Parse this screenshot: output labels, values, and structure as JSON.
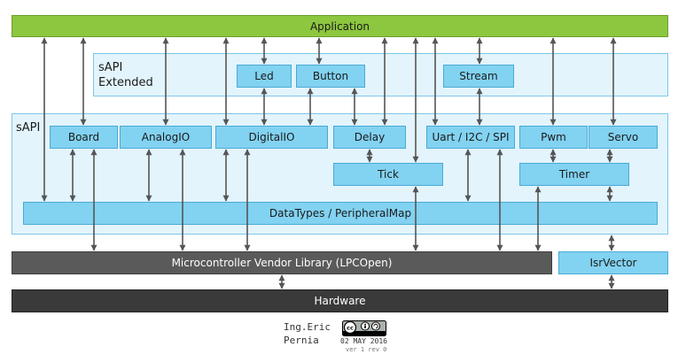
{
  "application": "Application",
  "sapi_extended": {
    "line1": "sAPI",
    "line2": "Extended"
  },
  "sapi": "sAPI",
  "modules": {
    "led": "Led",
    "button": "Button",
    "stream": "Stream",
    "board": "Board",
    "analogio": "AnalogIO",
    "digitalio": "DigitalIO",
    "delay": "Delay",
    "uart": "Uart / I2C / SPI",
    "pwm": "Pwm",
    "servo": "Servo",
    "tick": "Tick",
    "timer": "Timer",
    "datatypes": "DataTypes / PeripheralMap"
  },
  "vendor_library": "Microcontroller Vendor Library (LPCOpen)",
  "isr_vector": "IsrVector",
  "hardware": "Hardware",
  "credit": {
    "author_line1": "Ing.Eric",
    "author_line2": "Pernia",
    "date": "02 MAY 2016",
    "version": "ver 1 rev 0",
    "license_icon": "cc-by-sa-icon"
  },
  "colors": {
    "application": "#8dc63f",
    "region": "#e3f4fc",
    "module": "#82d2f1",
    "vendor": "#5a5a5a",
    "hardware": "#3a3a3a",
    "arrow": "#555555"
  }
}
